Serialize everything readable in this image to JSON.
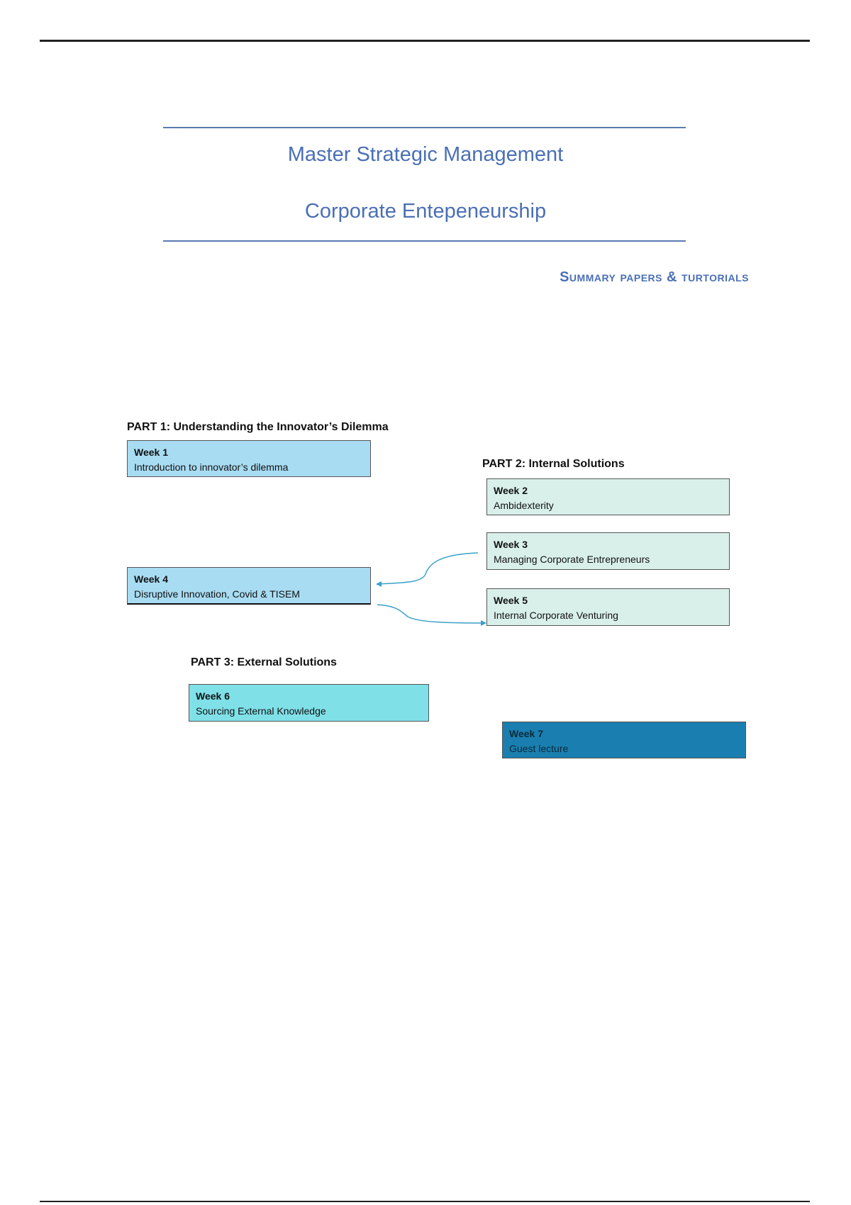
{
  "header": {
    "title": "Master Strategic Management",
    "course": "Corporate Entepeneurship",
    "subtitle": "Summary papers & turtorials"
  },
  "diagram": {
    "parts": [
      "PART 1: Understanding the Innovator’s Dilemma",
      "PART 2: Internal Solutions",
      "PART 3: External Solutions"
    ],
    "weeks": [
      {
        "week": "Week 1",
        "topic": "Introduction to innovator’s dilemma"
      },
      {
        "week": "Week 2",
        "topic": "Ambidexterity"
      },
      {
        "week": "Week 3",
        "topic": "Managing Corporate Entrepreneurs"
      },
      {
        "week": "Week 4",
        "topic": "Disruptive Innovation, Covid & TISEM"
      },
      {
        "week": "Week 5",
        "topic": "Internal Corporate Venturing"
      },
      {
        "week": "Week 6",
        "topic": "Sourcing External Knowledge"
      },
      {
        "week": "Week 7",
        "topic": "Guest lecture"
      }
    ],
    "arrow_color": "#3aa0c8"
  }
}
